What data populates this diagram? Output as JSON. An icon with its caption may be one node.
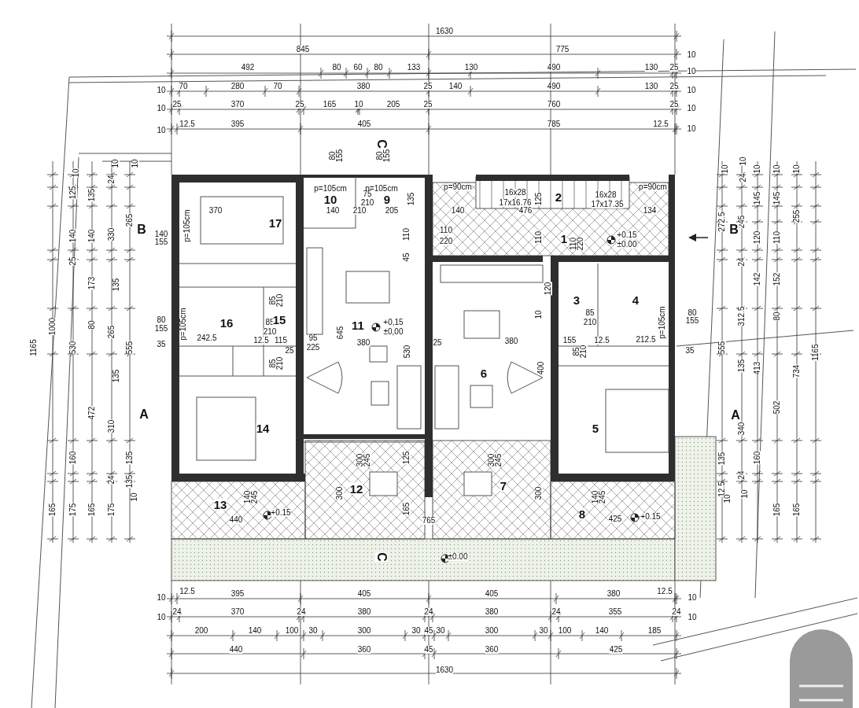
{
  "diagram": {
    "labels": [
      "1630",
      "845",
      "775",
      "10",
      "492",
      "80",
      "60",
      "80",
      "133",
      "130",
      "490",
      "130",
      "25",
      "10",
      "10",
      "70",
      "280",
      "70",
      "380",
      "25",
      "140",
      "490",
      "130",
      "25",
      "10",
      "10",
      "25",
      "370",
      "25",
      "165",
      "10",
      "205",
      "25",
      "760",
      "25",
      "10",
      "10",
      "12.5",
      "395",
      "405",
      "785",
      "12.5",
      "10",
      "C",
      "80",
      "155",
      "80",
      "155",
      "10",
      "24",
      "10",
      "10",
      "10",
      "10",
      "24",
      "10",
      "10",
      "10",
      "p=105cm",
      "p=105cm",
      "p=90cm",
      "p=90cm",
      "125",
      "135",
      "10",
      "75",
      "9",
      "135",
      "16x28",
      "125",
      "2",
      "16x28",
      "145",
      "145",
      "210",
      "17x16.76",
      "17x17.35",
      "265",
      "370",
      "140",
      "210",
      "205",
      "140",
      "476",
      "134",
      "272.5",
      "245",
      "255",
      "B",
      "p=105cm",
      "17",
      "B",
      "140",
      "140",
      "330",
      "140",
      "155",
      "110",
      "110",
      "220",
      "110",
      "1",
      "110",
      "220",
      "+0.15",
      "±0.00",
      "120",
      "110",
      "25",
      "45",
      "24",
      "173",
      "135",
      "120",
      "142",
      "152",
      "85",
      "210",
      "3",
      "4",
      "10",
      "85",
      "210",
      "80",
      "155",
      "312.5",
      "80",
      "1000",
      "80",
      "265",
      "80",
      "155",
      "p=105cm",
      "16",
      "85",
      "210",
      "15",
      "645",
      "11",
      "+0,15",
      "±0,00",
      "p=105cm",
      "242.5",
      "12.5",
      "115",
      "25",
      "95",
      "225",
      "380",
      "25",
      "380",
      "155",
      "12.5",
      "212.5",
      "35",
      "35",
      "1165",
      "530",
      "555",
      "530",
      "555",
      "1165",
      "135",
      "85",
      "210",
      "6",
      "400",
      "85",
      "210",
      "135",
      "413",
      "734",
      "472",
      "310",
      "A",
      "14",
      "5",
      "A",
      "340",
      "502",
      "160",
      "135",
      "300",
      "245",
      "125",
      "300",
      "245",
      "135",
      "160",
      "24",
      "135",
      "10",
      "12",
      "7",
      "12.5",
      "10",
      "24",
      "10",
      "13",
      "140",
      "245",
      "300",
      "300",
      "140",
      "245",
      "165",
      "175",
      "165",
      "175",
      "+0.15",
      "165",
      "8",
      "+0.15",
      "165",
      "165",
      "440",
      "765",
      "425",
      "C",
      "±0.00",
      "10",
      "12.5",
      "395",
      "405",
      "405",
      "380",
      "12.5",
      "10",
      "10",
      "24",
      "370",
      "24",
      "380",
      "24",
      "380",
      "24",
      "355",
      "24",
      "10",
      "200",
      "140",
      "100",
      "30",
      "300",
      "30",
      "45",
      "30",
      "300",
      "30",
      "100",
      "140",
      "185",
      "440",
      "360",
      "45",
      "360",
      "425",
      "1630"
    ]
  }
}
